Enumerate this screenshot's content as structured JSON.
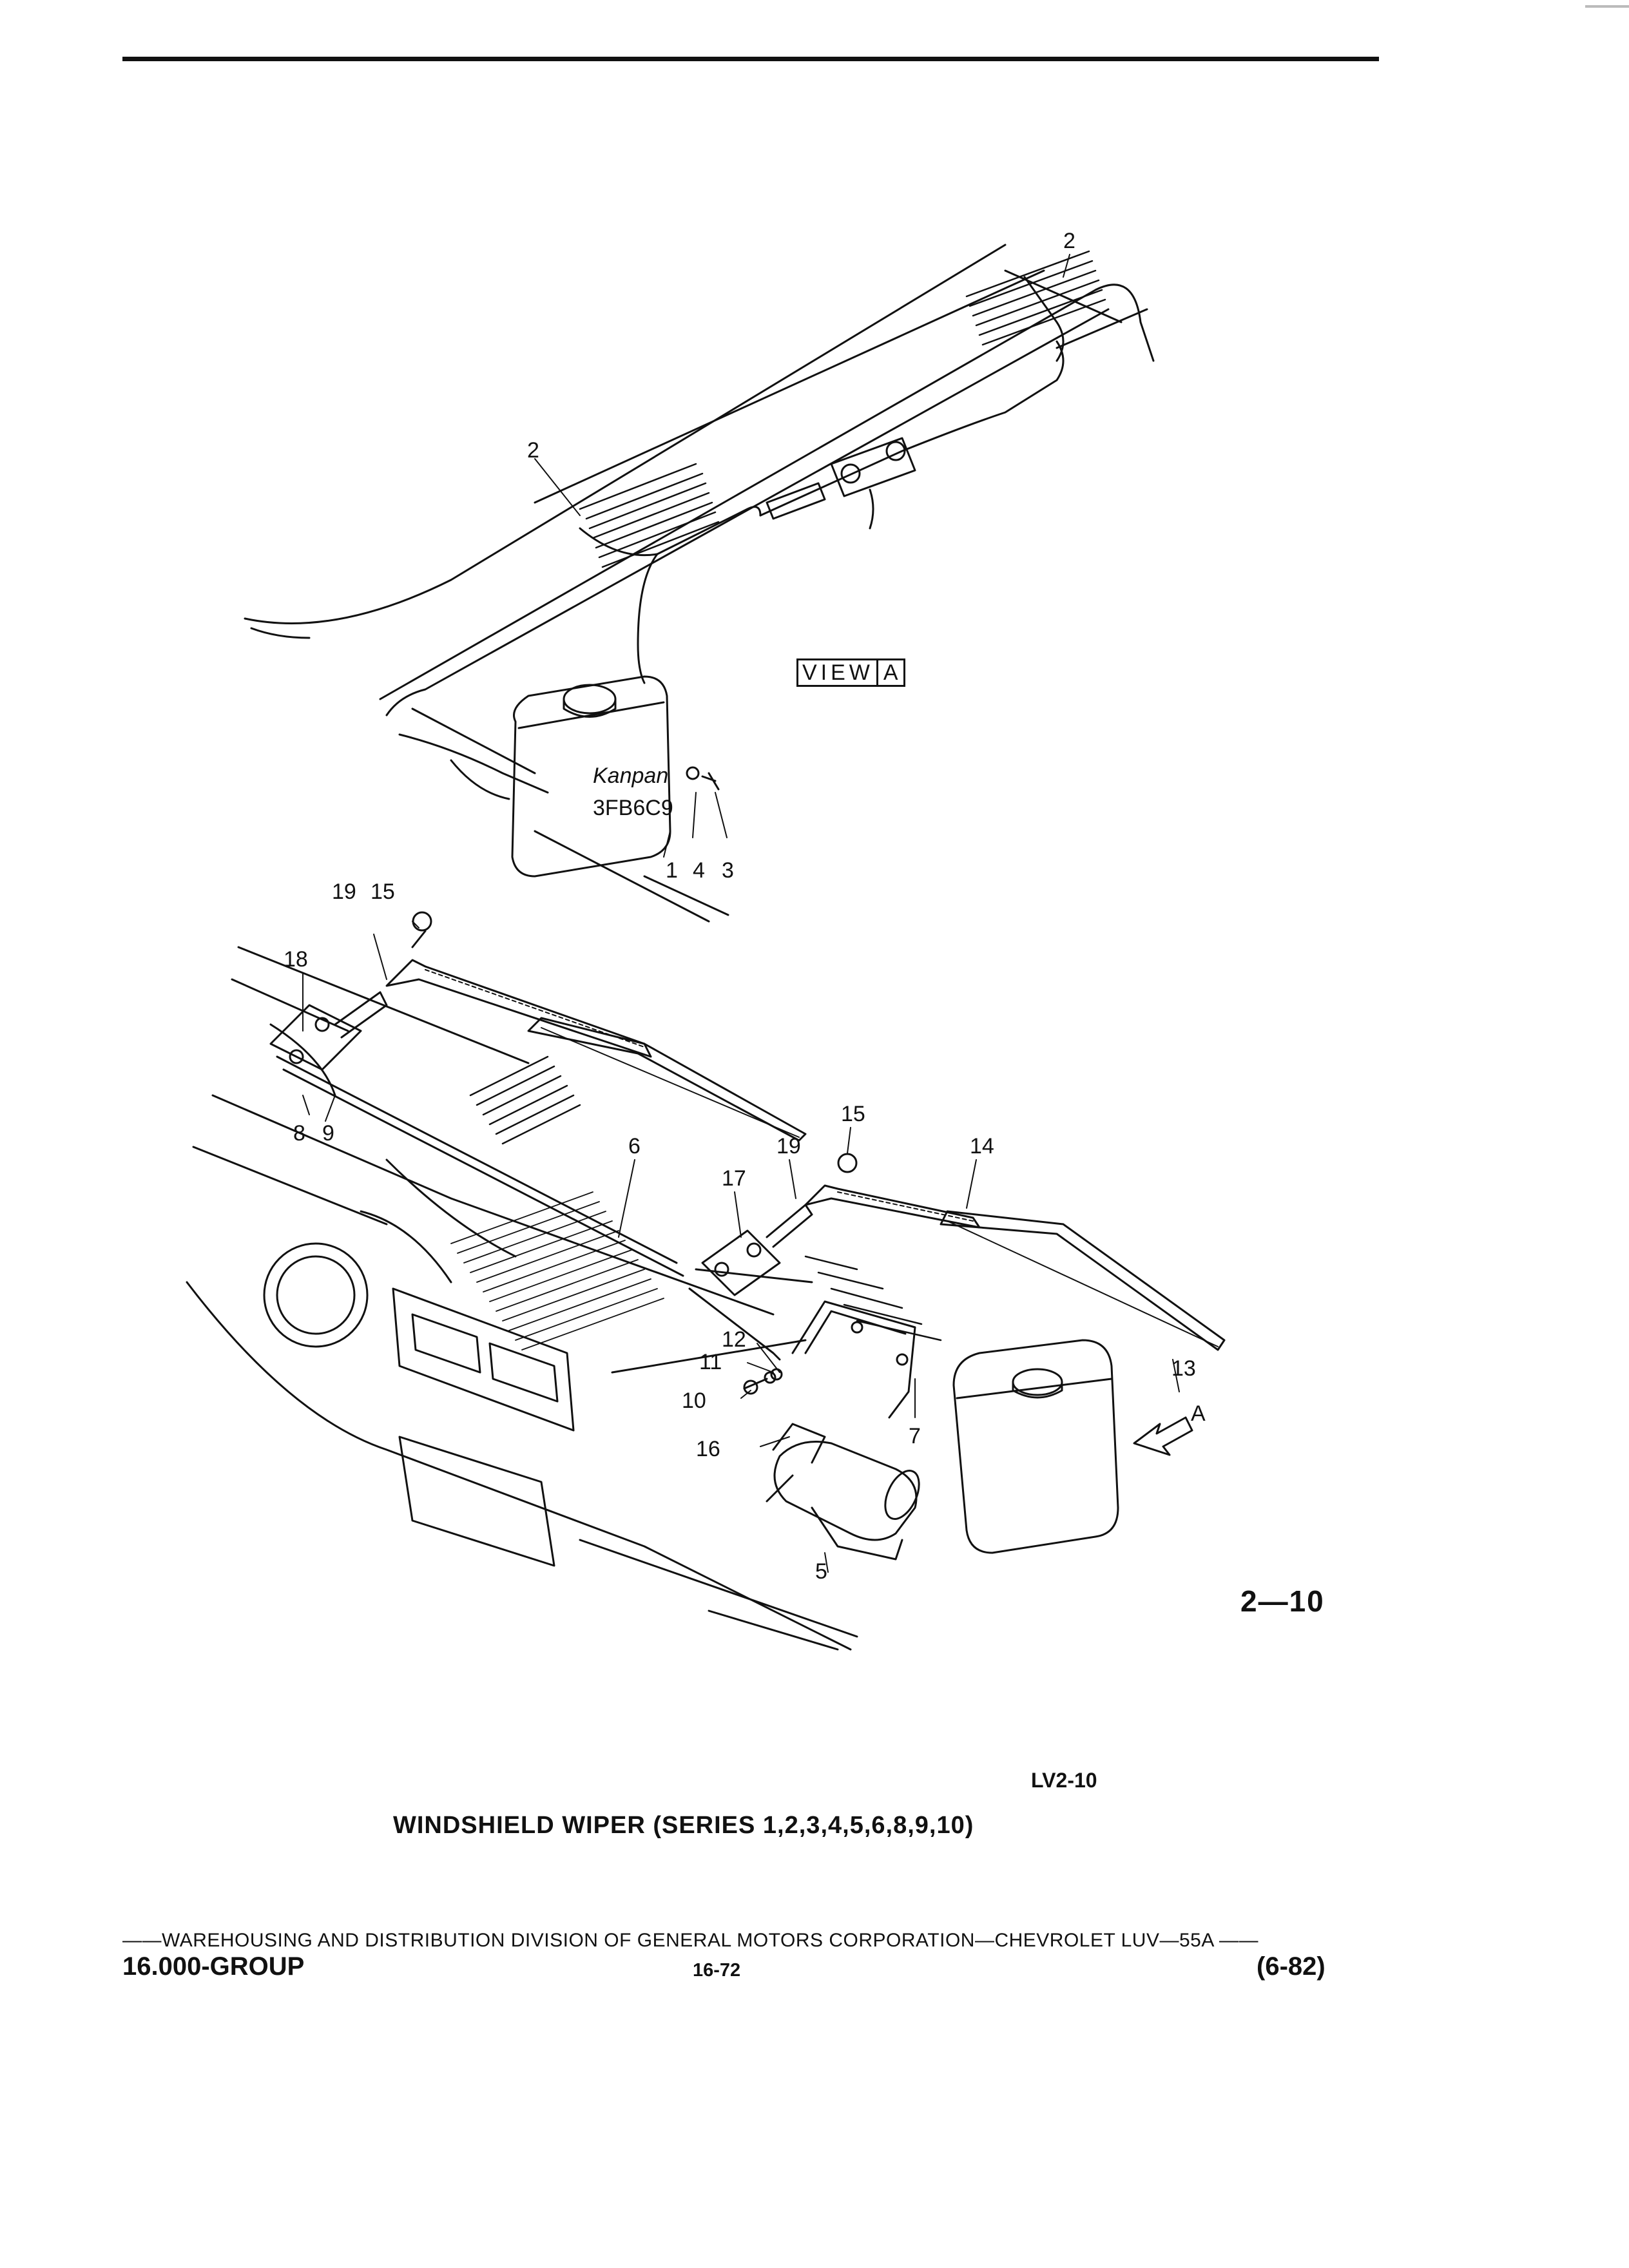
{
  "figure": {
    "number": "2—10",
    "code": "LV2-10",
    "title": "WINDSHIELD WIPER (SERIES 1,2,3,4,5,6,8,9,10)",
    "view_label": "VIEW",
    "view_letter": "A",
    "arrow_label": "A"
  },
  "callouts": {
    "c2a": "2",
    "c2b": "2",
    "c1": "1",
    "c4": "4",
    "c3": "3",
    "c19a": "19",
    "c15a": "15",
    "c18": "18",
    "c8": "8",
    "c9": "9",
    "c6": "6",
    "c15b": "15",
    "c14": "14",
    "c19b": "19",
    "c17": "17",
    "c12": "12",
    "c11": "11",
    "c10": "10",
    "c16": "16",
    "c7": "7",
    "c13": "13",
    "c5": "5"
  },
  "footer": {
    "line": "——WAREHOUSING AND DISTRIBUTION  DIVISION OF GENERAL MOTORS CORPORATION—CHEVROLET LUV—55A  ——",
    "group": "16.000-GROUP",
    "page": "16-72",
    "date": "(6-82)"
  }
}
